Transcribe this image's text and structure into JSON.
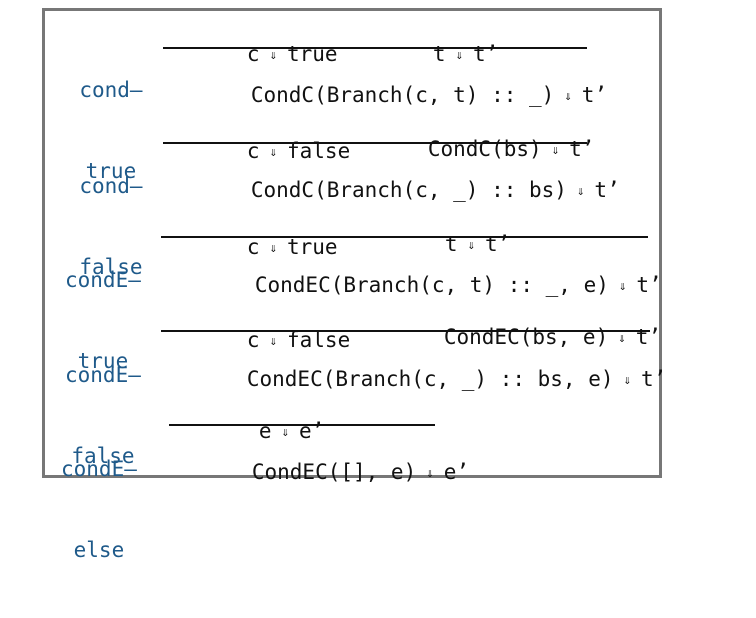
{
  "rules": [
    {
      "name": [
        "cond–",
        "true"
      ],
      "premises": [
        {
          "left": "c",
          "arrow": "⇓",
          "right": "true"
        },
        {
          "left": "t",
          "arrow": "⇓",
          "right": "t’"
        }
      ],
      "conclusion": {
        "left": "CondC(Branch(c, t) :: _)",
        "arrow": "⇓",
        "right": "t’"
      }
    },
    {
      "name": [
        "cond–",
        "false"
      ],
      "premises": [
        {
          "left": "c",
          "arrow": "⇓",
          "right": "false"
        },
        {
          "left": "CondC(bs)",
          "arrow": "⇓",
          "right": "t’"
        }
      ],
      "conclusion": {
        "left": "CondC(Branch(c, _) :: bs)",
        "arrow": "⇓",
        "right": "t’"
      }
    },
    {
      "name": [
        "condE–",
        "true"
      ],
      "premises": [
        {
          "left": "c",
          "arrow": "⇓",
          "right": "true"
        },
        {
          "left": "t",
          "arrow": "⇓",
          "right": "t’"
        }
      ],
      "conclusion": {
        "left": "CondEC(Branch(c, t) :: _, e)",
        "arrow": "⇓",
        "right": "t’"
      }
    },
    {
      "name": [
        "condE–",
        "false"
      ],
      "premises": [
        {
          "left": "c",
          "arrow": "⇓",
          "right": "false"
        },
        {
          "left": "CondEC(bs, e)",
          "arrow": "⇓",
          "right": "t’"
        }
      ],
      "conclusion": {
        "left": "CondEC(Branch(c, _) :: bs, e)",
        "arrow": "⇓",
        "right": "t’"
      }
    },
    {
      "name": [
        "condE–",
        "else"
      ],
      "premises": [
        {
          "left": "e",
          "arrow": "⇓",
          "right": "e’"
        }
      ],
      "conclusion": {
        "left": "CondEC([], e)",
        "arrow": "⇓",
        "right": "e’"
      }
    }
  ]
}
